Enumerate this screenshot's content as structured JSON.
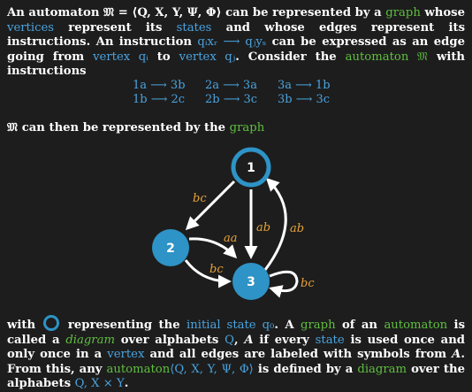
{
  "para1": {
    "t1": "An automaton ",
    "m1": "𝔐 = ⟨Q, X, Y, Ψ, Φ⟩",
    "t2": " can be represented by a ",
    "graph": "graph",
    "t3": " whose ",
    "vertices": "vertices",
    "t4": " represent its ",
    "states": "states",
    "t5": " and whose edges represent its instructions. An instruction ",
    "instr": "qᵢxᵣ ⟶ qⱼyₛ",
    "t6": " can be expressed as an edge going from ",
    "vertex1": "vertex qᵢ",
    "t7": " to ",
    "vertex2": "vertex qⱼ",
    "t8": ". Consider the ",
    "automaton": "automaton 𝔐",
    "t9": " with instructions"
  },
  "instructions": [
    [
      "1a ⟶ 3b",
      "2a ⟶ 3a",
      "3a ⟶ 1b"
    ],
    [
      "1b ⟶ 2c",
      "2b ⟶ 3c",
      "3b ⟶ 3c"
    ]
  ],
  "para2": {
    "m": "𝔐",
    "t": " can then be represented by the ",
    "graph": "graph"
  },
  "diagram": {
    "nodes": [
      {
        "label": "1",
        "initial": true
      },
      {
        "label": "2",
        "initial": false
      },
      {
        "label": "3",
        "initial": false
      }
    ],
    "edge_labels": {
      "bc_12": "bc",
      "aa_23": "aa",
      "bc_23": "bc",
      "ab_13": "ab",
      "ab_31": "ab",
      "bc_33": "bc"
    },
    "colors": {
      "node": "#2e93c6",
      "edge": "#ffffff",
      "label": "#e8a23a"
    }
  },
  "para3": {
    "t1": "with ",
    "t2": " representing the ",
    "initial_state": "initial state q₀",
    "t3": ". A ",
    "graph": "graph",
    "t4": " of an ",
    "automaton": "automaton",
    "t5": " is called a ",
    "diagram1": "diagram",
    "t6": " over alphabets ",
    "alpha1": "Q",
    "t6b": ", ",
    "alpha2": "A",
    "t7": " if every ",
    "state": "state",
    "t8": " is used once and only once in a ",
    "vertex": "vertex",
    "t9": " and all edges are labeled with symbols from ",
    "alpha3": "A",
    "t10": ". From this, any ",
    "automaton2": "automaton",
    "m2": "⟨Q, X, Y, Ψ, Φ⟩",
    "t11": " is defined by a ",
    "diagram2": "diagram",
    "t12": " over the alphabets ",
    "alpha4": "Q, X × Y",
    "t13": "."
  }
}
